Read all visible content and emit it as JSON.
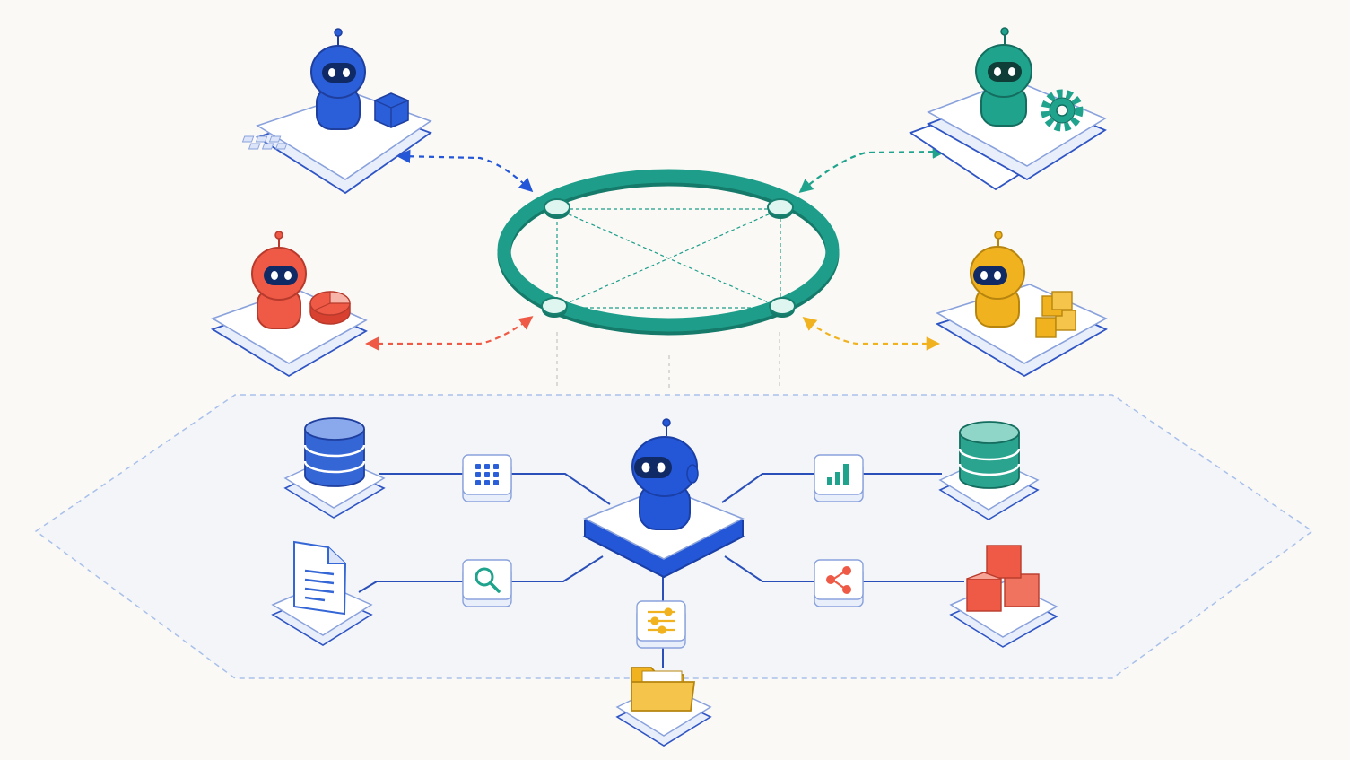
{
  "diagram": {
    "kind": "multi-agent-architecture",
    "colors": {
      "background": "#faf9f6",
      "ring": "#1e9e8a",
      "ring_dark": "#17806f",
      "hub": "#2456d8",
      "blue": "#2b5fd9",
      "teal": "#1fa38c",
      "red": "#ee5a45",
      "orange": "#f1b21f",
      "platform": "#ffffff",
      "platform_edge": "#3056c8",
      "line": "#2a4fb8",
      "zone_border": "#a9c0ea"
    },
    "agents": [
      {
        "name": "agent-blue",
        "color": "#2b5fd9",
        "tool_icon": "cube-icon",
        "extra_icon": "keypad-grid-icon"
      },
      {
        "name": "agent-teal",
        "color": "#1fa38c",
        "tool_icon": "gear-icon",
        "extra_icon": "stacked-platform"
      },
      {
        "name": "agent-red",
        "color": "#ee5a45",
        "tool_icon": "pie-chart-icon"
      },
      {
        "name": "agent-orange",
        "color": "#f1b21f",
        "tool_icon": "boxes-stack-icon"
      }
    ],
    "hub": {
      "name": "hub-agent",
      "color": "#2456d8"
    },
    "resources": [
      {
        "name": "database-blue",
        "icon": "database-icon",
        "color": "#3566d6"
      },
      {
        "name": "document",
        "icon": "document-icon",
        "color": "#3566d6"
      },
      {
        "name": "database-teal",
        "icon": "database-icon",
        "color": "#2aa48f"
      },
      {
        "name": "cubes-red",
        "icon": "cubes-icon",
        "color": "#ee5a45"
      },
      {
        "name": "folder",
        "icon": "folder-icon",
        "color": "#f1b21f"
      }
    ],
    "connectors": [
      {
        "name": "grid-connector",
        "icon": "grid-icon"
      },
      {
        "name": "search-connector",
        "icon": "search-icon"
      },
      {
        "name": "bar-chart-connector",
        "icon": "bar-chart-icon"
      },
      {
        "name": "share-connector",
        "icon": "share-icon"
      },
      {
        "name": "sliders-connector",
        "icon": "sliders-icon"
      }
    ]
  }
}
